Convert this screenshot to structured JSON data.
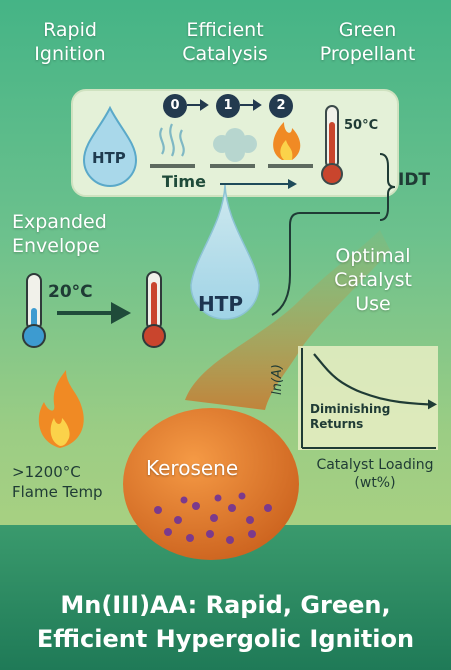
{
  "headers": {
    "rapid_ignition": "Rapid\nIgnition",
    "efficient_catalysis": "Efficient\nCatalysis",
    "green_propellant": "Green\nPropellant"
  },
  "panel": {
    "htp_label": "HTP",
    "steps": [
      "0",
      "1",
      "2"
    ],
    "time_label": "Time",
    "temp_label": "50°C",
    "idt_label": "IDT"
  },
  "left": {
    "expanded_envelope": "Expanded\nEnvelope",
    "temp_start": "20°C",
    "flame_temp": ">1200°C\nFlame Temp"
  },
  "drop": {
    "label": "HTP"
  },
  "right": {
    "optimal": "Optimal\nCatalyst\nUse",
    "catalyst_axis": "Catalyst Loading\n(wt%)"
  },
  "chart_data": {
    "type": "line",
    "title": "",
    "xlabel": "Catalyst Loading (wt%)",
    "ylabel": "ln(A)",
    "annotations": [
      "Diminishing Returns"
    ],
    "series": [
      {
        "values": [
          1.0,
          0.62,
          0.42,
          0.3,
          0.22,
          0.18,
          0.16
        ]
      }
    ]
  },
  "flask": {
    "label": "Kerosene"
  },
  "footer": {
    "line1": "Mn(III)AA: Rapid, Green,",
    "line2": "Efficient Hypergolic Ignition"
  },
  "colors": {
    "bg_top": "#5cc08c",
    "bg_mid": "#7fc48a",
    "footer_bg": "#2f8a63",
    "flask": "#e8802f",
    "accent": "#c8452b"
  }
}
